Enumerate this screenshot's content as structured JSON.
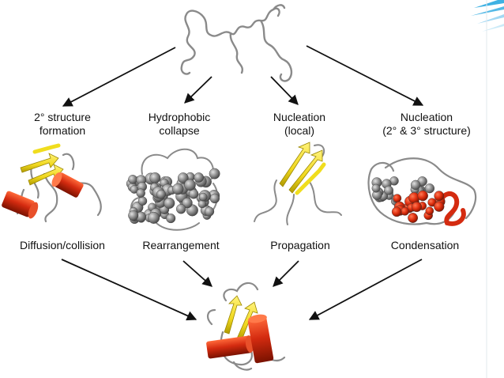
{
  "diagram": {
    "pathways": [
      {
        "id": "p1",
        "top_label": [
          "2° structure",
          "formation"
        ],
        "bottom_label": "Diffusion/collision"
      },
      {
        "id": "p2",
        "top_label": [
          "Hydrophobic",
          "collapse"
        ],
        "bottom_label": "Rearrangement"
      },
      {
        "id": "p3",
        "top_label": [
          "Nucleation",
          "(local)"
        ],
        "bottom_label": "Propagation"
      },
      {
        "id": "p4",
        "top_label": [
          "Nucleation",
          "(2° & 3° structure)"
        ],
        "bottom_label": "Condensation"
      }
    ]
  },
  "colors": {
    "helix": "#d42b10",
    "strand": "#f0dd1e",
    "coil": "#8a8a8a",
    "sphere": "#8c8c8c",
    "arrow": "#111111",
    "accent": "#29a8e0"
  }
}
